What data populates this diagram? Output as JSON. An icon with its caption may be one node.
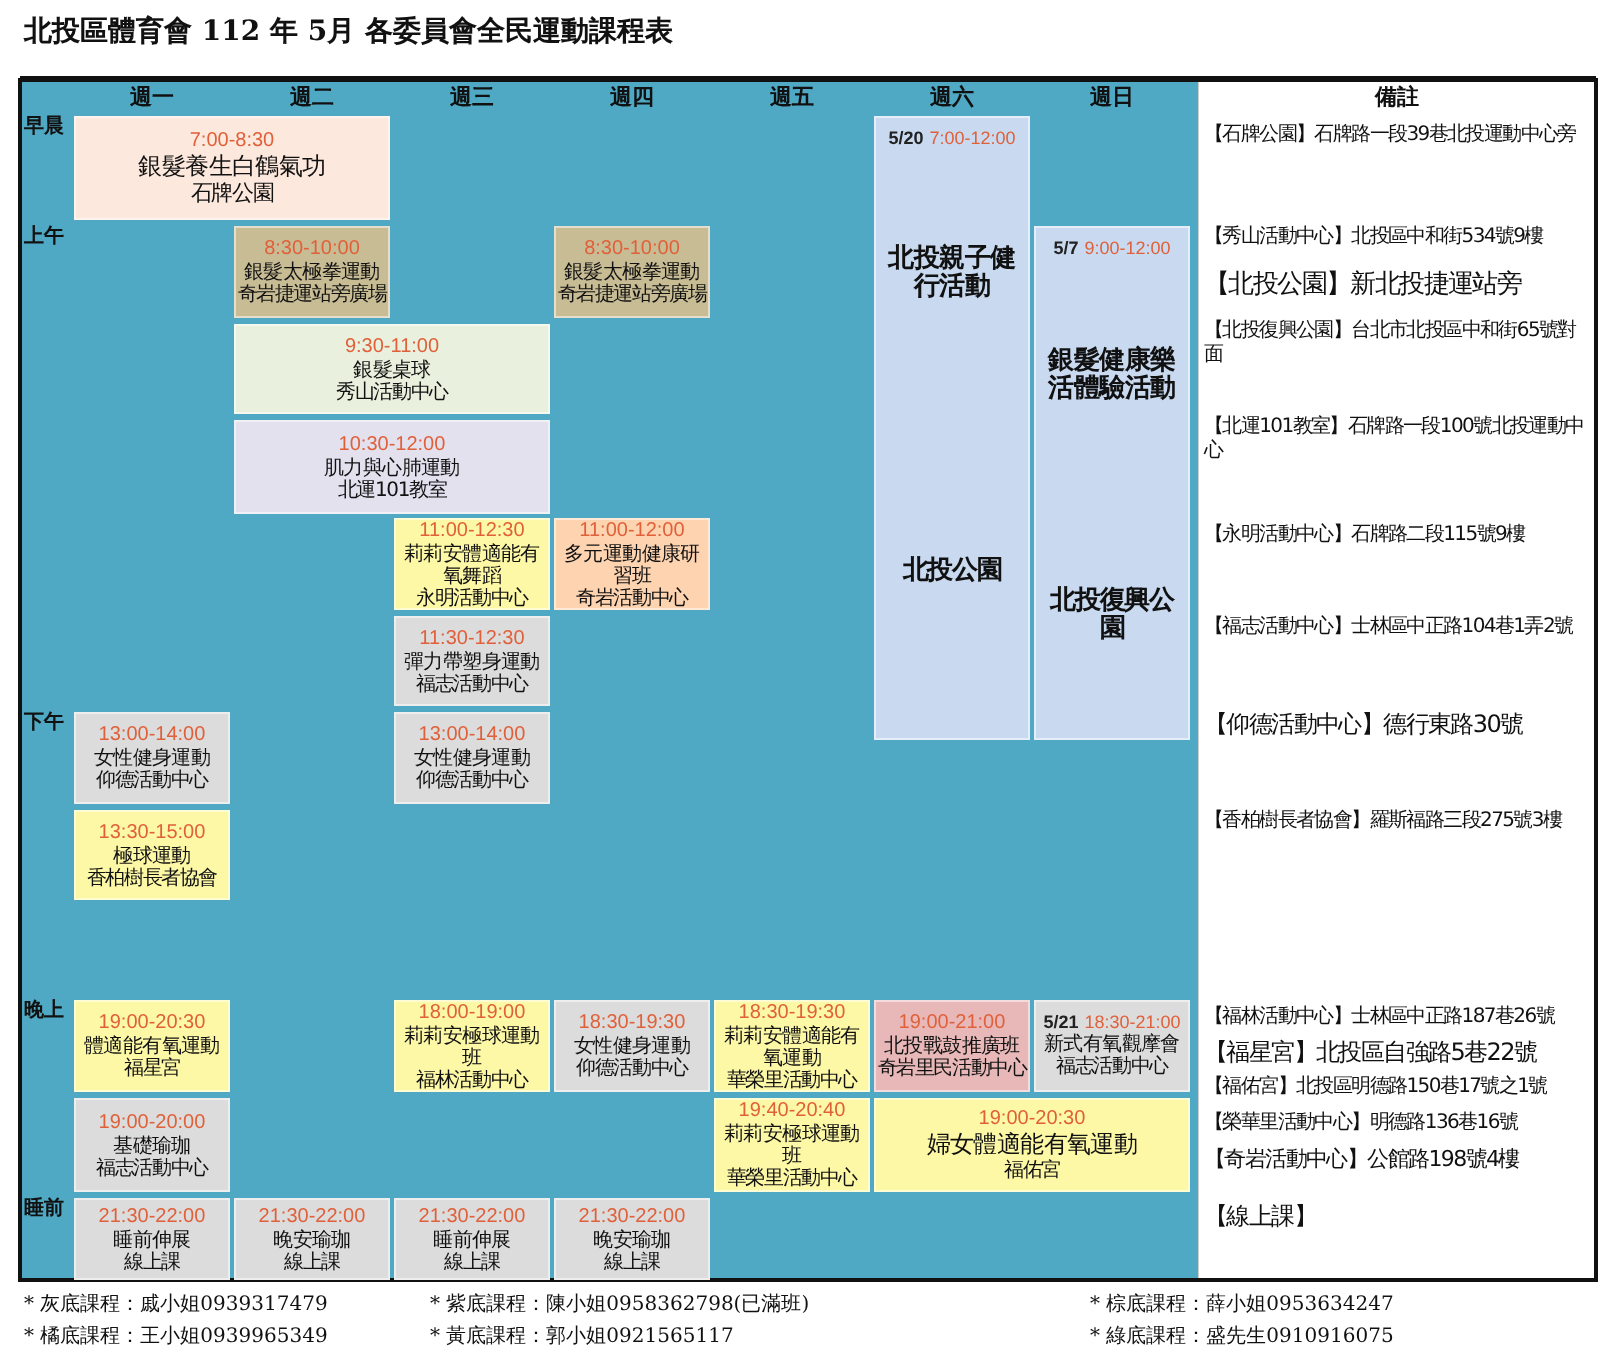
{
  "diagram": {
    "title": "北投區體育會 112 年 5月 各委員會全民運動課程表",
    "nodes": [
      {
        "text": [
          "7:00-8:30",
          "銀髮養生白鶴氣功",
          "石牌公園"
        ]
      },
      {
        "text": [
          "5/20",
          "7:00-12:00",
          "北投親子健行活動",
          "北投公園"
        ]
      },
      {
        "text": [
          "8:30-10:00",
          "銀髮太極拳運動",
          "奇岩捷運站旁廣場"
        ]
      },
      {
        "text": [
          "8:30-10:00",
          "銀髮太極拳運動",
          "奇岩捷運站旁廣場"
        ]
      },
      {
        "text": [
          "5/7",
          "9:00-12:00",
          "銀髮健康樂活體驗活動",
          "北投復興公園"
        ]
      },
      {
        "text": [
          "9:30-11:00",
          "銀髮桌球",
          "秀山活動中心"
        ]
      },
      {
        "text": [
          "10:30-12:00",
          "肌力與心肺運動",
          "北運101教室"
        ]
      },
      {
        "text": [
          "11:00-12:30",
          "莉莉安體適能有氧舞蹈",
          "永明活動中心"
        ]
      },
      {
        "text": [
          "11:00-12:00",
          "多元運動健康研習班",
          "奇岩活動中心"
        ]
      },
      {
        "text": [
          "11:30-12:30",
          "彈力帶塑身運動",
          "福志活動中心"
        ]
      },
      {
        "text": [
          "13:00-14:00",
          "女性健身運動",
          "仰德活動中心"
        ]
      },
      {
        "text": [
          "13:00-14:00",
          "女性健身運動",
          "仰德活動中心"
        ]
      },
      {
        "text": [
          "13:30-15:00",
          "極球運動",
          "香柏樹長者協會"
        ]
      },
      {
        "text": [
          "19:00-20:30",
          "體適能有氧運動",
          "福星宮"
        ]
      },
      {
        "text": [
          "18:00-19:00",
          "莉莉安極球運動班",
          "福林活動中心"
        ]
      },
      {
        "text": [
          "18:30-19:30",
          "女性健身運動",
          "仰德活動中心"
        ]
      },
      {
        "text": [
          "18:30-19:30",
          "莉莉安體適能有氧運動",
          "華榮里活動中心"
        ]
      },
      {
        "text": [
          "19:00-21:00",
          "北投戰鼓推廣班",
          "奇岩里民活動中心"
        ]
      },
      {
        "text": [
          "5/21",
          "18:30-21:00",
          "新式有氧觀摩會",
          "福志活動中心"
        ]
      },
      {
        "text": [
          "19:00-20:00",
          "基礎瑜珈",
          "福志活動中心"
        ]
      },
      {
        "text": [
          "19:40-20:40",
          "莉莉安極球運動班",
          "華榮里活動中心"
        ]
      },
      {
        "text": [
          "19:00-20:30",
          "婦女體適能有氧運動",
          "福佑宮"
        ]
      },
      {
        "text": [
          "21:30-22:00",
          "睡前伸展",
          "線上課"
        ]
      },
      {
        "text": [
          "21:30-22:00",
          "晚安瑜珈",
          "線上課"
        ]
      },
      {
        "text": [
          "21:30-22:00",
          "睡前伸展",
          "線上課"
        ]
      },
      {
        "text": [
          "21:30-22:00",
          "晚安瑜珈",
          "線上課"
        ]
      }
    ],
    "labels": [
      "週一",
      "週二",
      "週三",
      "週四",
      "週五",
      "週六",
      "週日",
      "備註",
      "早晨",
      "上午",
      "下午",
      "晚上",
      "睡前",
      "【石牌公園】石牌路一段39巷北投運動中心旁",
      "【秀山活動中心】北投區中和街534號9樓",
      "【北投公園】新北投捷運站旁",
      "【北投復興公園】台北市北投區中和街65號對面",
      "【北運101教室】石牌路一段100號北投運動中心",
      "【永明活動中心】石牌路二段115號9樓",
      "【福志活動中心】士林區中正路104巷1弄2號",
      "【仰德活動中心】德行東路30號",
      "【香柏樹長者協會】羅斯福路三段275號3樓",
      "【福林活動中心】士林區中正路187巷26號",
      "【福星宮】北投區自強路5巷22號",
      "【福佑宮】北投區明德路150巷17號之1號",
      "【榮華里活動中心】明德路136巷16號",
      "【奇岩活動中心】公館路198號4樓",
      "【線上課】",
      "* 灰底課程：戚小姐0939317479",
      "* 紫底課程：陳小姐0958362798(已滿班)",
      "* 棕底課程：薛小姐0953634247",
      "* 橘底課程：王小姐0939965349",
      "* 黃底課程：郭小姐0921565117",
      "* 綠底課程：盛先生0910916075"
    ]
  }
}
